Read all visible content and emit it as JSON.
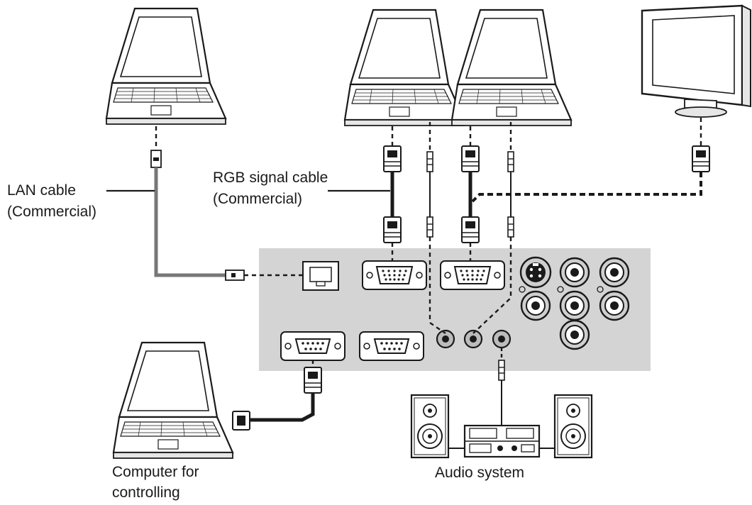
{
  "labels": {
    "lan_cable_line1": "LAN cable",
    "lan_cable_line2": "(Commercial)",
    "rgb_cable_line1": "RGB signal cable",
    "rgb_cable_line2": "(Commercial)",
    "computer_line1": "Computer for",
    "computer_line2": "controlling",
    "audio_system": "Audio system"
  },
  "colors": {
    "panel": "#d4d4d4",
    "line": "#1a1a1a",
    "cable_gray": "#777777"
  }
}
